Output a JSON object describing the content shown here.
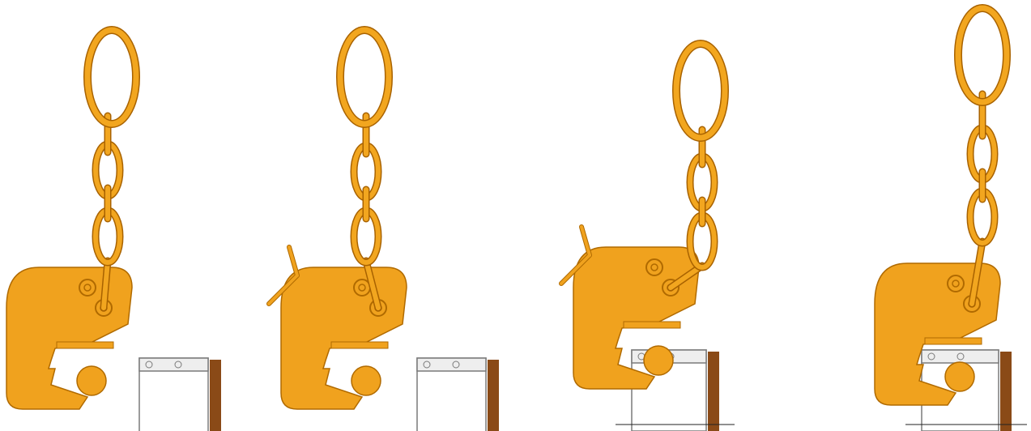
{
  "figure": {
    "description_visible_text": "",
    "colors": {
      "clamp_body": "#f0a21e",
      "clamp_outline": "#b06a00",
      "chain": "#f2a61f",
      "chain_outline": "#a86200",
      "beam_wood": "#8a4a17",
      "beam_frame": "#7a7a7a",
      "ground_line": "#222222",
      "background": "#ffffff"
    },
    "panels": [
      {
        "name": "step-1-open-clamp-approaching",
        "lever_raised": false,
        "engaged": false
      },
      {
        "name": "step-2-lever-pulled",
        "lever_raised": true,
        "engaged": false
      },
      {
        "name": "step-3-clamp-placed-on-beam",
        "lever_raised": true,
        "engaged": true
      },
      {
        "name": "step-4-clamp-locked-and-lifting",
        "lever_raised": false,
        "engaged": true
      }
    ]
  }
}
